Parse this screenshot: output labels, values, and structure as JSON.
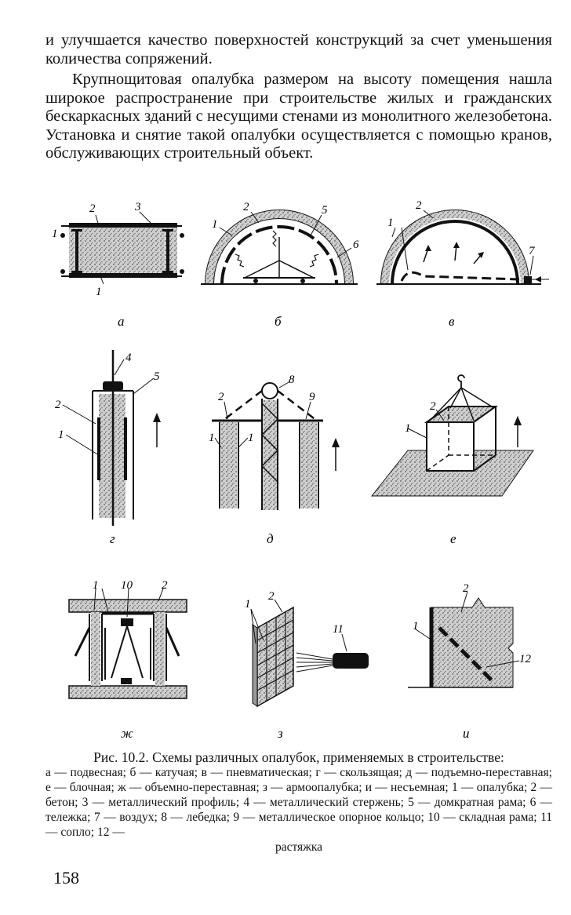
{
  "text": {
    "paragraph_1": "и улучшается качество поверхностей конструкций за счет уменьшения количества сопряжений.",
    "paragraph_2": "Крупнощитовая опалубка размером на высоту помещения нашла широкое распространение при строительстве жилых и гражданских бескаркасных зданий с несущими стенами из монолитного железобетона. Установка и снятие такой опалубки осуществляется с помощью кранов, обслуживающих строительный объект."
  },
  "figure": {
    "panels": {
      "a": "а",
      "b": "б",
      "v": "в",
      "g": "г",
      "d": "д",
      "e": "е",
      "zh": "ж",
      "z": "з",
      "i": "и"
    },
    "callouts": {
      "n1": "1",
      "n2": "2",
      "n3": "3",
      "n4": "4",
      "n5": "5",
      "n6": "6",
      "n7": "7",
      "n8": "8",
      "n9": "9",
      "n10": "10",
      "n11": "11",
      "n12": "12"
    }
  },
  "caption": {
    "title": "Рис. 10.2. Схемы различных опалубок, применяемых в строительстве:",
    "legend": "а — подвесная; б — катучая; в — пневматическая; г — скользящая; д — подъемно-переставная; е — блочная; ж — объемно-переставная; з — армоопалубка; и — несъемная; 1 — опалубка; 2 — бетон; 3 — металлический профиль; 4 — металлический стержень; 5 — домкратная рама; 6 — тележка; 7 — воздух; 8 — лебедка; 9 — металлическое опорное кольцо; 10 — складная рама; 11 — сопло; 12 —",
    "last_line": "растяжка"
  },
  "page_number": "158"
}
